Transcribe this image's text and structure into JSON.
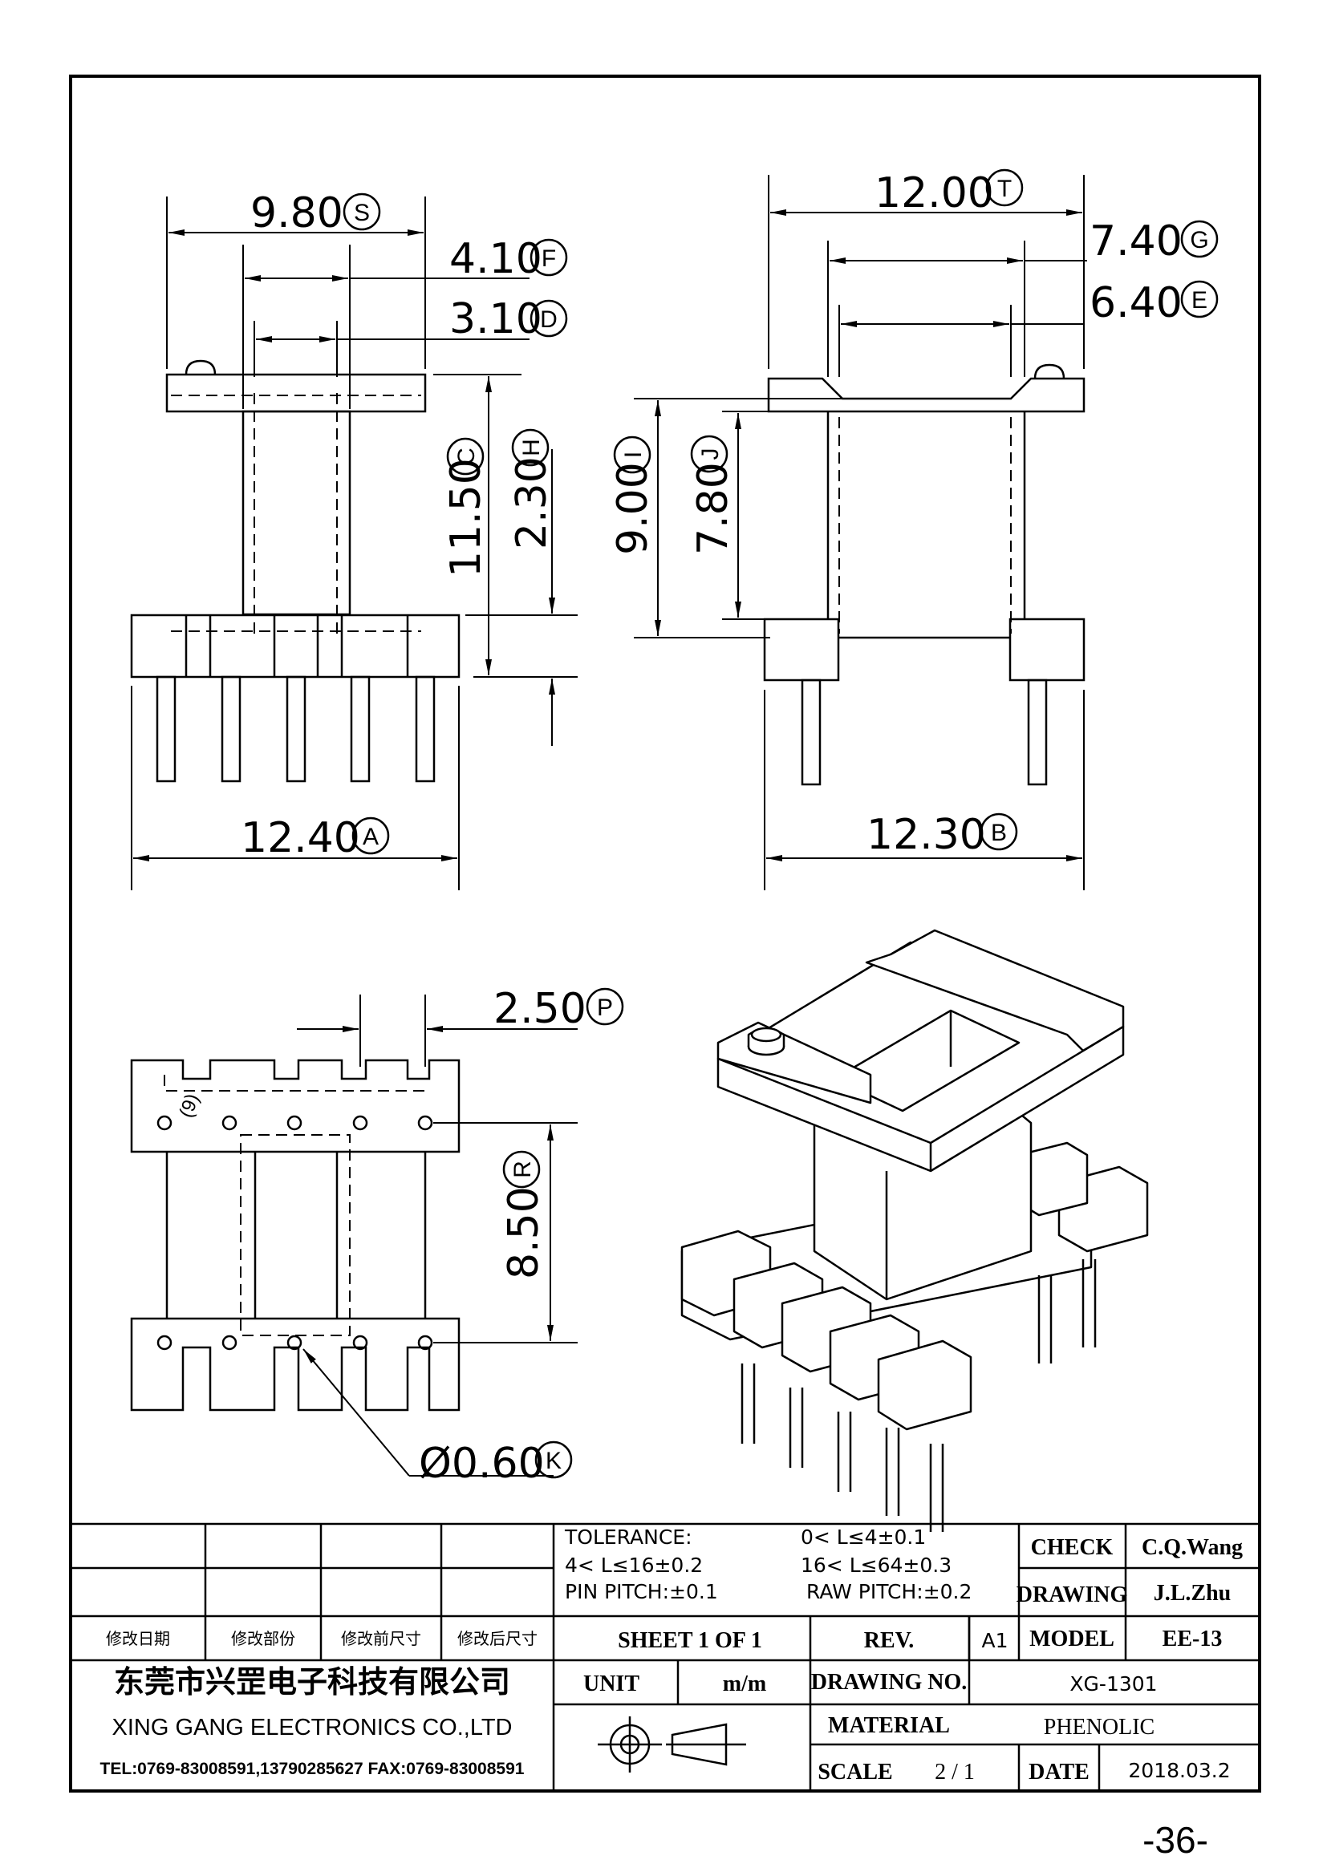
{
  "dimensions": {
    "S": {
      "value": "9.80",
      "letter": "S"
    },
    "F": {
      "value": "4.10",
      "letter": "F"
    },
    "D": {
      "value": "3.10",
      "letter": "D"
    },
    "C": {
      "value": "11.50",
      "letter": "C"
    },
    "H": {
      "value": "2.30",
      "letter": "H"
    },
    "A": {
      "value": "12.40",
      "letter": "A"
    },
    "T": {
      "value": "12.00",
      "letter": "T"
    },
    "G": {
      "value": "7.40",
      "letter": "G"
    },
    "E": {
      "value": "6.40",
      "letter": "E"
    },
    "I": {
      "value": "9.00",
      "letter": "I"
    },
    "J": {
      "value": "7.80",
      "letter": "J"
    },
    "B": {
      "value": "12.30",
      "letter": "B"
    },
    "P": {
      "value": "2.50",
      "letter": "P"
    },
    "R": {
      "value": "8.50",
      "letter": "R"
    },
    "K": {
      "value": "Ø0.60",
      "letter": "K"
    }
  },
  "pin_marker": "(9)",
  "title_block": {
    "revision_headers": [
      "修改日期",
      "修改部份",
      "修改前尺寸",
      "修改后尺寸"
    ],
    "tolerance": {
      "label": "TOLERANCE:",
      "line1": "0< L≤4±0.1",
      "line2_left": "4< L≤16±0.2",
      "line2_right": "16< L≤64±0.3",
      "line3_left": "PIN PITCH:±0.1",
      "line3_right": "RAW PITCH:±0.2"
    },
    "check_label": "CHECK",
    "check_value": "C.Q.Wang",
    "drawing_label": "DRAWING",
    "drawing_value": "J.L.Zhu",
    "sheet": "SHEET 1 OF 1",
    "rev_label": "REV.",
    "rev_value": "A1",
    "model_label": "MODEL",
    "model_value": "EE-13",
    "company_cn": "东莞市兴罡电子科技有限公司",
    "company_en": "XING GANG ELECTRONICS CO.,LTD",
    "contact": "TEL:0769-83008591,13790285627 FAX:0769-83008591",
    "unit_label": "UNIT",
    "unit_value": "m/m",
    "drawing_no_label": "DRAWING NO.",
    "drawing_no_value": "XG-1301",
    "material_label": "MATERIAL",
    "material_value": "PHENOLIC",
    "scale_label": "SCALE",
    "scale_value": "2 / 1",
    "date_label": "DATE",
    "date_value": "2018.03.2"
  },
  "page_number": "-36-"
}
